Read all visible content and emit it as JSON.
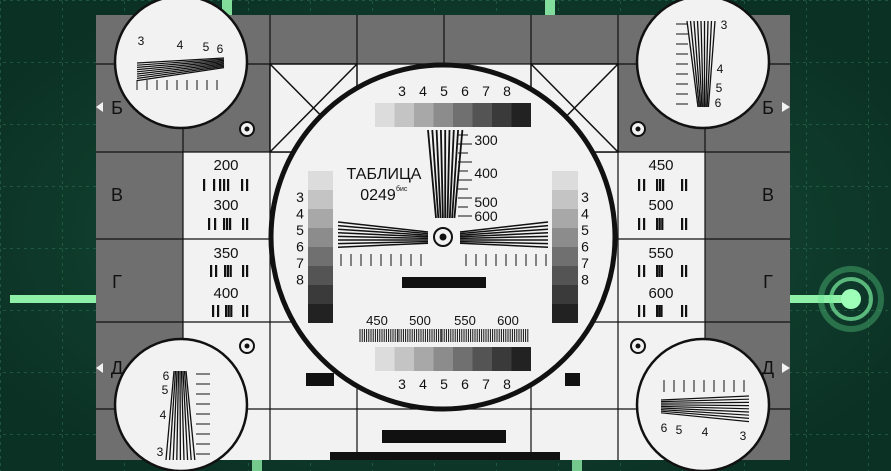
{
  "title_line1": "ТАБЛИЦА",
  "title_number": "0249",
  "title_superscript": "бис",
  "side_letters": {
    "b": "Б",
    "v": "В",
    "g": "Г",
    "d": "Д"
  },
  "left_resolution_labels": [
    "200",
    "300",
    "350",
    "400"
  ],
  "right_resolution_labels": [
    "450",
    "500",
    "550",
    "600"
  ],
  "center_vertical_labels": [
    "300",
    "400",
    "500",
    "600"
  ],
  "bottom_horizontal_labels": [
    "450",
    "500",
    "550",
    "600"
  ],
  "grayscale_numbers": [
    "3",
    "4",
    "5",
    "6",
    "7",
    "8"
  ],
  "fan_top_left_labels": [
    "3",
    "4",
    "5",
    "6"
  ],
  "fan_top_right_labels": [
    "3",
    "4",
    "5",
    "6"
  ],
  "fan_bottom_left_labels": [
    "6",
    "5",
    "4",
    "3"
  ],
  "fan_bottom_right_labels": [
    "6",
    "5",
    "4",
    "3"
  ],
  "colors": {
    "background": "#0e3b2c",
    "grid": "#2f7a56",
    "accent": "#7cf0a0",
    "card_light": "#f2f2f2",
    "card_mid": "#6f6f6f",
    "ink": "#111111"
  }
}
